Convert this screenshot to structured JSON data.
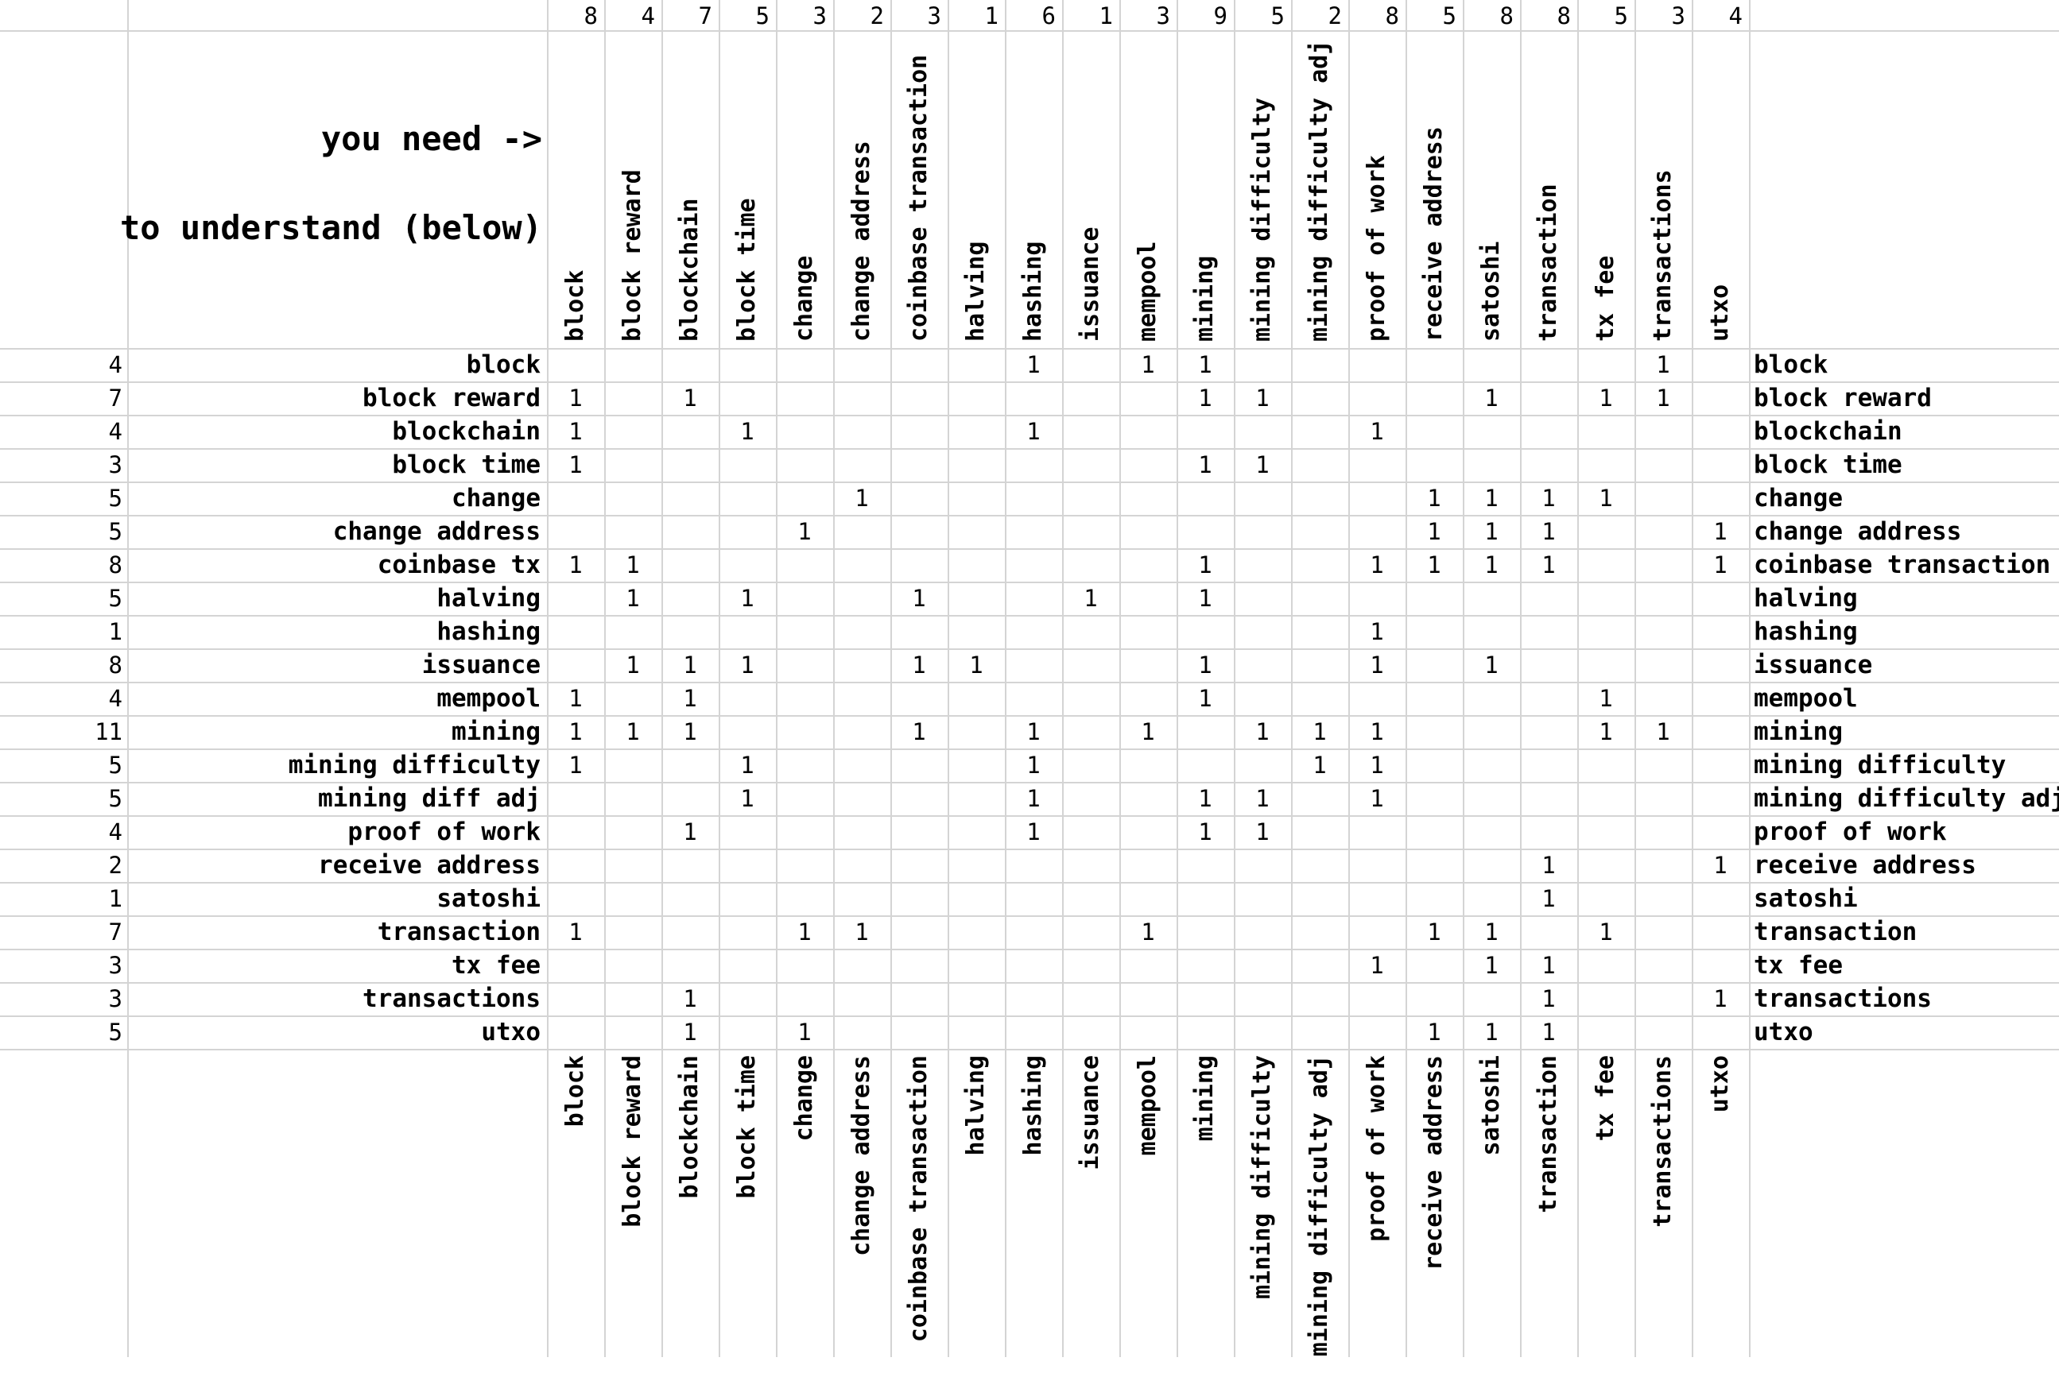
{
  "corner": {
    "line1": "you need ->",
    "line2": "to understand (below)"
  },
  "columns": [
    "block",
    "block reward",
    "blockchain",
    "block time",
    "change",
    "change address",
    "coinbase transaction",
    "halving",
    "hashing",
    "issuance",
    "mempool",
    "mining",
    "mining difficulty",
    "mining difficulty adj",
    "proof of work",
    "receive address",
    "satoshi",
    "transaction",
    "tx fee",
    "transactions",
    "utxo"
  ],
  "column_counts": [
    "8",
    "4",
    "7",
    "5",
    "3",
    "2",
    "3",
    "1",
    "6",
    "1",
    "3",
    "9",
    "5",
    "2",
    "8",
    "5",
    "8",
    "8",
    "5",
    "3",
    "4"
  ],
  "rows": [
    {
      "count": "4",
      "label": "block",
      "right_label": "block",
      "cells": [
        "",
        "",
        "",
        "",
        "",
        "",
        "",
        "",
        "1",
        "",
        "1",
        "1",
        "",
        "",
        "",
        "",
        "",
        "",
        "",
        "1",
        ""
      ]
    },
    {
      "count": "7",
      "label": "block reward",
      "right_label": "block reward",
      "cells": [
        "1",
        "",
        "1",
        "",
        "",
        "",
        "",
        "",
        "",
        "",
        "",
        "1",
        "1",
        "",
        "",
        "",
        "1",
        "",
        "1",
        "1",
        ""
      ]
    },
    {
      "count": "4",
      "label": "blockchain",
      "right_label": "blockchain",
      "cells": [
        "1",
        "",
        "",
        "1",
        "",
        "",
        "",
        "",
        "1",
        "",
        "",
        "",
        "",
        "",
        "1",
        "",
        "",
        "",
        "",
        "",
        ""
      ]
    },
    {
      "count": "3",
      "label": "block time",
      "right_label": "block time",
      "cells": [
        "1",
        "",
        "",
        "",
        "",
        "",
        "",
        "",
        "",
        "",
        "",
        "1",
        "1",
        "",
        "",
        "",
        "",
        "",
        "",
        "",
        ""
      ]
    },
    {
      "count": "5",
      "label": "change",
      "right_label": "change",
      "cells": [
        "",
        "",
        "",
        "",
        "",
        "1",
        "",
        "",
        "",
        "",
        "",
        "",
        "",
        "",
        "",
        "1",
        "1",
        "1",
        "1",
        "",
        ""
      ]
    },
    {
      "count": "5",
      "label": "change address",
      "right_label": "change address",
      "cells": [
        "",
        "",
        "",
        "",
        "1",
        "",
        "",
        "",
        "",
        "",
        "",
        "",
        "",
        "",
        "",
        "1",
        "1",
        "1",
        "",
        "",
        "1"
      ]
    },
    {
      "count": "8",
      "label": "coinbase tx",
      "right_label": "coinbase transaction",
      "cells": [
        "1",
        "1",
        "",
        "",
        "",
        "",
        "",
        "",
        "",
        "",
        "",
        "1",
        "",
        "",
        "1",
        "1",
        "1",
        "1",
        "",
        "",
        "1"
      ]
    },
    {
      "count": "5",
      "label": "halving",
      "right_label": "halving",
      "cells": [
        "",
        "1",
        "",
        "1",
        "",
        "",
        "1",
        "",
        "",
        "1",
        "",
        "1",
        "",
        "",
        "",
        "",
        "",
        "",
        "",
        "",
        ""
      ]
    },
    {
      "count": "1",
      "label": "hashing",
      "right_label": "hashing",
      "cells": [
        "",
        "",
        "",
        "",
        "",
        "",
        "",
        "",
        "",
        "",
        "",
        "",
        "",
        "",
        "1",
        "",
        "",
        "",
        "",
        "",
        ""
      ]
    },
    {
      "count": "8",
      "label": "issuance",
      "right_label": "issuance",
      "cells": [
        "",
        "1",
        "1",
        "1",
        "",
        "",
        "1",
        "1",
        "",
        "",
        "",
        "1",
        "",
        "",
        "1",
        "",
        "1",
        "",
        "",
        "",
        ""
      ]
    },
    {
      "count": "4",
      "label": "mempool",
      "right_label": "mempool",
      "cells": [
        "1",
        "",
        "1",
        "",
        "",
        "",
        "",
        "",
        "",
        "",
        "",
        "1",
        "",
        "",
        "",
        "",
        "",
        "",
        "1",
        "",
        ""
      ]
    },
    {
      "count": "11",
      "label": "mining",
      "right_label": "mining",
      "cells": [
        "1",
        "1",
        "1",
        "",
        "",
        "",
        "1",
        "",
        "1",
        "",
        "1",
        "",
        "1",
        "1",
        "1",
        "",
        "",
        "",
        "1",
        "1",
        ""
      ]
    },
    {
      "count": "5",
      "label": "mining difficulty",
      "right_label": "mining difficulty",
      "cells": [
        "1",
        "",
        "",
        "1",
        "",
        "",
        "",
        "",
        "1",
        "",
        "",
        "",
        "",
        "1",
        "1",
        "",
        "",
        "",
        "",
        "",
        ""
      ]
    },
    {
      "count": "5",
      "label": "mining diff adj",
      "right_label": "mining difficulty adj",
      "cells": [
        "",
        "",
        "",
        "1",
        "",
        "",
        "",
        "",
        "1",
        "",
        "",
        "1",
        "1",
        "",
        "1",
        "",
        "",
        "",
        "",
        "",
        ""
      ]
    },
    {
      "count": "4",
      "label": "proof of work",
      "right_label": "proof of work",
      "cells": [
        "",
        "",
        "1",
        "",
        "",
        "",
        "",
        "",
        "1",
        "",
        "",
        "1",
        "1",
        "",
        "",
        "",
        "",
        "",
        "",
        "",
        ""
      ]
    },
    {
      "count": "2",
      "label": "receive address",
      "right_label": "receive address",
      "cells": [
        "",
        "",
        "",
        "",
        "",
        "",
        "",
        "",
        "",
        "",
        "",
        "",
        "",
        "",
        "",
        "",
        "",
        "1",
        "",
        "",
        "1"
      ]
    },
    {
      "count": "1",
      "label": "satoshi",
      "right_label": "satoshi",
      "cells": [
        "",
        "",
        "",
        "",
        "",
        "",
        "",
        "",
        "",
        "",
        "",
        "",
        "",
        "",
        "",
        "",
        "",
        "1",
        "",
        "",
        ""
      ]
    },
    {
      "count": "7",
      "label": "transaction",
      "right_label": "transaction",
      "cells": [
        "1",
        "",
        "",
        "",
        "1",
        "1",
        "",
        "",
        "",
        "",
        "1",
        "",
        "",
        "",
        "",
        "1",
        "1",
        "",
        "1",
        "",
        ""
      ]
    },
    {
      "count": "3",
      "label": "tx fee",
      "right_label": "tx fee",
      "cells": [
        "",
        "",
        "",
        "",
        "",
        "",
        "",
        "",
        "",
        "",
        "",
        "",
        "",
        "",
        "1",
        "",
        "1",
        "1",
        "",
        "",
        ""
      ]
    },
    {
      "count": "3",
      "label": "transactions",
      "right_label": "transactions",
      "cells": [
        "",
        "",
        "1",
        "",
        "",
        "",
        "",
        "",
        "",
        "",
        "",
        "",
        "",
        "",
        "",
        "",
        "",
        "1",
        "",
        "",
        "1"
      ]
    },
    {
      "count": "5",
      "label": "utxo",
      "right_label": "utxo",
      "cells": [
        "",
        "",
        "1",
        "",
        "1",
        "",
        "",
        "",
        "",
        "",
        "",
        "",
        "",
        "",
        "",
        "1",
        "1",
        "1",
        "",
        "",
        ""
      ]
    }
  ]
}
